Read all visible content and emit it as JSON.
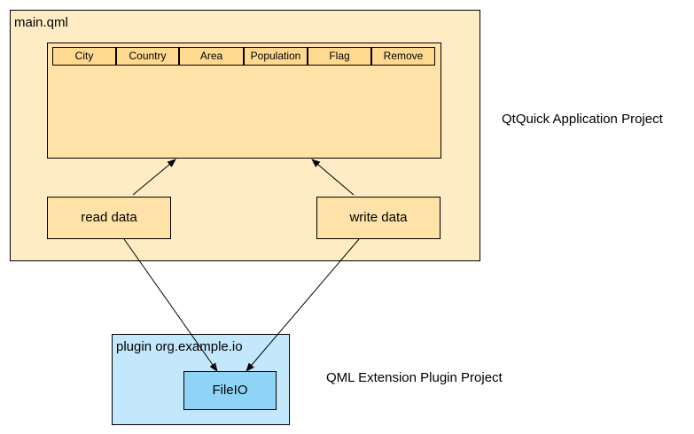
{
  "main_qml": {
    "title": "main.qml",
    "table_headers": [
      "City",
      "Country",
      "Area",
      "Population",
      "Flag",
      "Remove"
    ],
    "read_label": "read data",
    "write_label": "write data"
  },
  "plugin": {
    "title": "plugin org.example.io",
    "component_label": "FileIO"
  },
  "annotations": {
    "app_project": "QtQuick Application  Project",
    "plugin_project": "QML Extension Plugin Project"
  },
  "colors": {
    "app_container": "#ffebc4",
    "app_inner": "#ffe2a8",
    "plugin_container": "#c3e7fb",
    "plugin_component": "#8fd4f7"
  }
}
